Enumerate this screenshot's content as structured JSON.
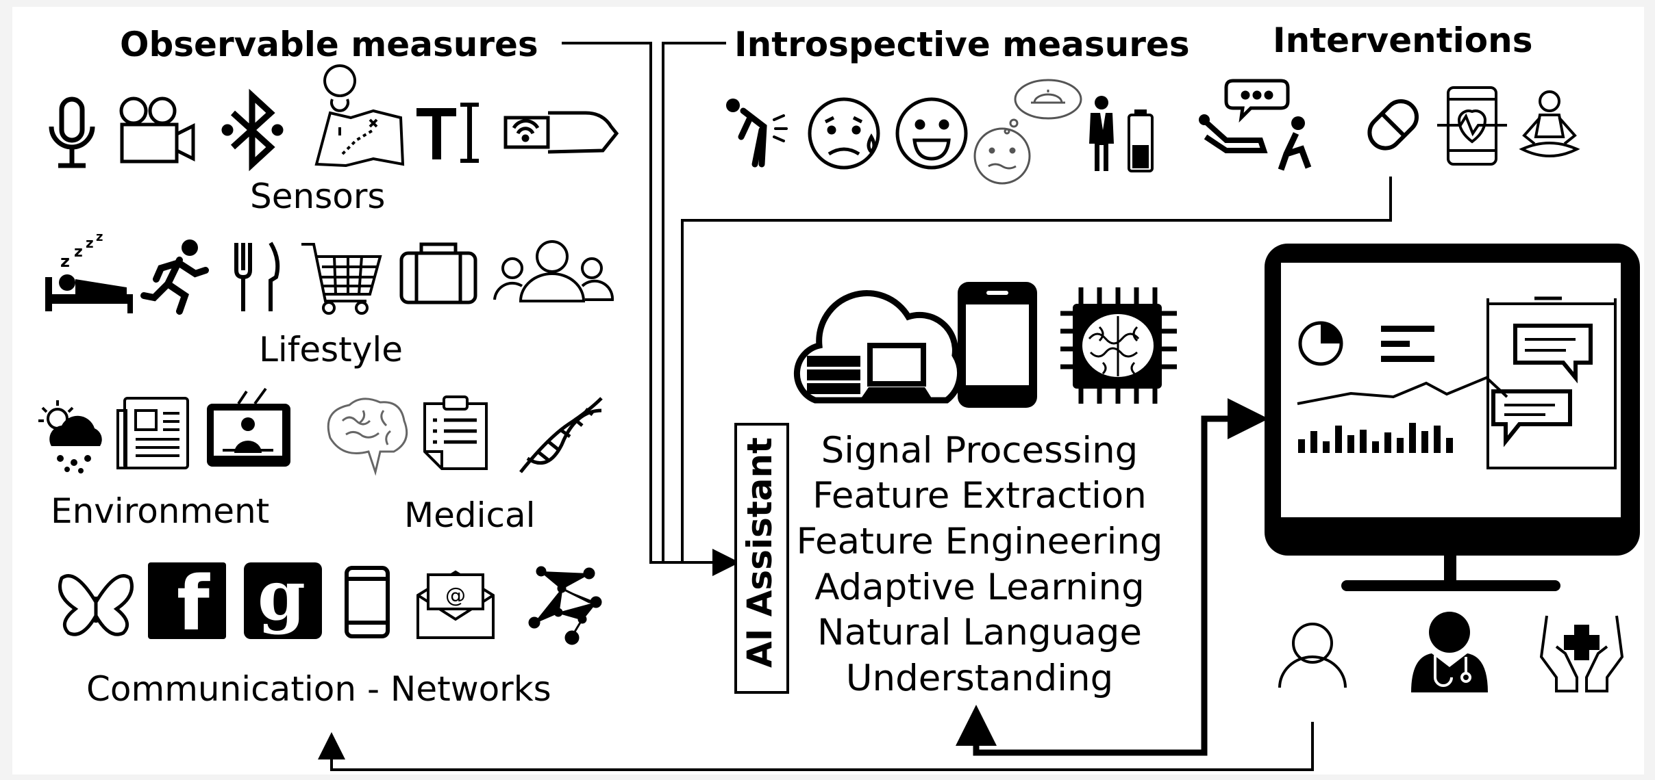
{
  "headings": {
    "observable": "Observable measures",
    "introspective": "Introspective measures",
    "interventions": "Interventions"
  },
  "categories": {
    "sensors": "Sensors",
    "lifestyle": "Lifestyle",
    "environment": "Environment",
    "medical": "Medical",
    "communication": "Communication - Networks"
  },
  "ai_assistant": "AI Assistant",
  "processing_steps": [
    "Signal Processing",
    "Feature Extraction",
    "Feature Engineering",
    "Adaptive Learning",
    "Natural Language",
    "Understanding"
  ],
  "icons": {
    "sensors": [
      "microphone-icon",
      "video-camera-icon",
      "bluetooth-icon",
      "map-location-icon",
      "text-cursor-icon",
      "smartwatch-icon"
    ],
    "lifestyle": [
      "sleep-icon",
      "running-icon",
      "fork-knife-icon",
      "shopping-cart-icon",
      "briefcase-icon",
      "people-group-icon"
    ],
    "environment": [
      "weather-icon",
      "newspaper-icon",
      "television-icon"
    ],
    "medical": [
      "brain-icon",
      "clipboard-icon",
      "dna-icon"
    ],
    "communication": [
      "butterfly-icon",
      "facebook-icon",
      "google-icon",
      "smartphone-icon",
      "email-icon",
      "network-icon"
    ],
    "introspective": [
      "pain-icon",
      "sad-face-icon",
      "happy-face-icon",
      "thinking-food-icon",
      "energy-battery-icon"
    ],
    "interventions": [
      "therapy-session-icon",
      "pill-icon",
      "health-app-icon",
      "meditation-icon"
    ],
    "platforms": [
      "cloud-computing-icon",
      "smartphone-icon",
      "ai-chip-icon"
    ],
    "users": [
      "user-icon",
      "doctor-icon",
      "care-hands-icon"
    ]
  }
}
